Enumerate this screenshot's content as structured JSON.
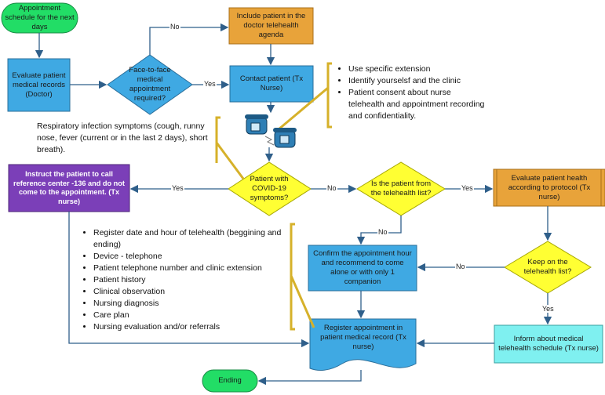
{
  "nodes": {
    "start": "Appointment schedule for the next days",
    "evaluate_records": "Evaluate patient medical records (Doctor)",
    "decision_face": "Face-to-face medical appointment required?",
    "include_agenda": "Include patient in the doctor telehealth agenda",
    "contact_patient": "Contact patient (Tx Nurse)",
    "decision_covid": "Patient with COVID-19 symptoms?",
    "instruct_call": "Instruct the patient to call reference center -136 and do not come to the appointment. (Tx nurse)",
    "decision_list": "Is the patient from the telehealth list?",
    "evaluate_health": "Evaluate patient health according to protocol (Tx nurse)",
    "confirm_appt": "Confirm the appointment hour and recommend to come alone or with only 1 companion",
    "decision_keep": "Keep on the telehealth list?",
    "register_record": "Register appointment in patient medical record (Tx nurse)",
    "inform_schedule": "Inform about medical telehealth schedule (Tx nurse)",
    "end": "Ending"
  },
  "edge_labels": {
    "no_face": "No",
    "yes_face": "Yes",
    "yes_covid": "Yes",
    "no_covid": "No",
    "yes_list": "Yes",
    "no_list": "No",
    "no_keep": "No",
    "yes_keep": "Yes"
  },
  "notes": {
    "contact_items": [
      "Use specific extension",
      "Identify yourselsf and the clinic",
      "Patient consent about nurse telehealth and appointment recording and confidentiality."
    ],
    "symptoms": "Respiratory infection symptoms (cough, runny nose,  fever (current or in the last 2 days), short breath).",
    "register_items": [
      "Register date and hour of telehealth (beggining and ending)",
      "Device - telephone",
      "Patient telephone number and clinic extension",
      "Patient history",
      "Clinical observation",
      "Nursing diagnosis",
      "Care plan",
      "Nursing evaluation and/or referrals"
    ]
  },
  "colors": {
    "blue": "#3fa9e3",
    "orange": "#e8a33a",
    "yellow": "#ffff33",
    "purple": "#7b3fb8",
    "green": "#22dd66",
    "cyan": "#7ff0f0",
    "arrow": "#2f5f8a",
    "bracket": "#d6b12a"
  }
}
